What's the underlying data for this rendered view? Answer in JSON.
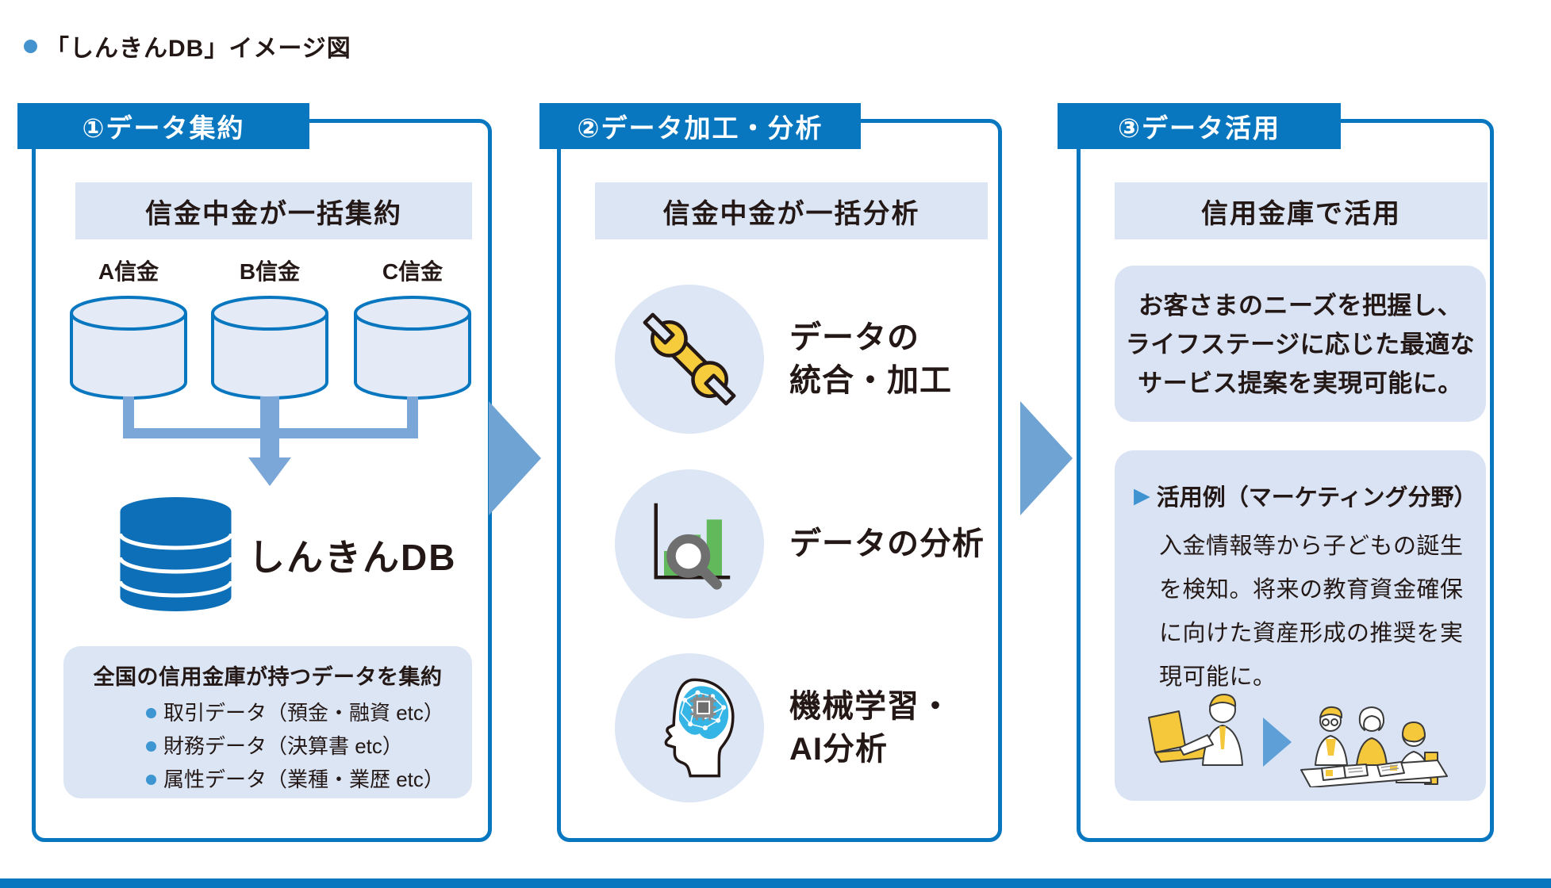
{
  "page": {
    "title": "「しんきんDB」イメージ図"
  },
  "panel1": {
    "tab": "①データ集約",
    "subheader": "信金中金が一括集約",
    "sources": [
      "A信金",
      "B信金",
      "C信金"
    ],
    "db_label": "しんきんDB",
    "info": {
      "heading": "全国の信用金庫が持つデータを集約",
      "items": [
        "取引データ（預金・融資 etc）",
        "財務データ（決算書 etc）",
        "属性データ（業種・業歴 etc）"
      ]
    }
  },
  "panel2": {
    "tab": "②データ加工・分析",
    "subheader": "信金中金が一括分析",
    "steps": [
      {
        "icon": "wrench-icon",
        "label": "データの\n統合・加工"
      },
      {
        "icon": "chart-magnifier-icon",
        "label": "データの分析"
      },
      {
        "icon": "ai-brain-icon",
        "label": "機械学習・\nAI分析"
      }
    ]
  },
  "panel3": {
    "tab": "③データ活用",
    "subheader": "信用金庫で活用",
    "benefit": "お客さまのニーズを把握し、\nライフステージに応じた最適な\nサービス提案を実現可能に。",
    "example": {
      "marker": "▶",
      "heading": "活用例（マーケティング分野）",
      "body": "入金情報等から子どもの誕生を検知。将来の教育資金確保に向けた資産形成の推奨を実現可能に。"
    }
  },
  "colors": {
    "primary_blue": "#0877c0",
    "light_blue_fill": "#dbe5f4",
    "connector_blue": "#7aa7d8",
    "arrow_blue": "#6ea3d4",
    "bullet_blue": "#3d96d2",
    "wrench_yellow": "#f6cb3c",
    "bar_green": "#62b95c",
    "magnifier_gray": "#6f6f6f",
    "brain_cyan": "#35b5e5",
    "text_dark": "#231815"
  }
}
